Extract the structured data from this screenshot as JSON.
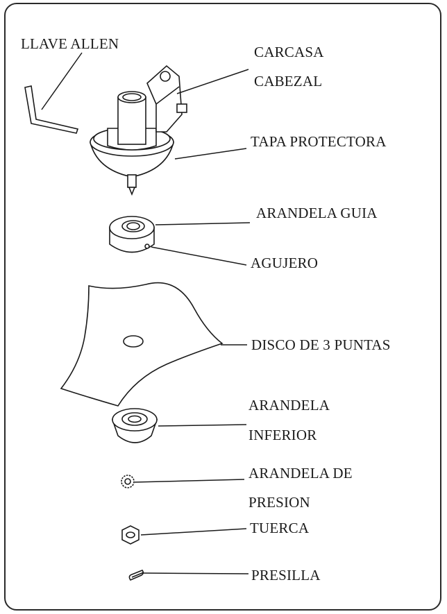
{
  "labels": {
    "llave_allen": "LLAVE ALLEN",
    "carcasa": "CARCASA",
    "cabezal": "CABEZAL",
    "tapa_protectora": "TAPA PROTECTORA",
    "arandela_guia": "ARANDELA GUIA",
    "agujero": "AGUJERO",
    "disco": "DISCO DE 3 PUNTAS",
    "arandela": "ARANDELA",
    "inferior": "INFERIOR",
    "arandela_de": "ARANDELA DE",
    "presion": "PRESION",
    "tuerca": "TUERCA",
    "presilla": "PRESILLA"
  },
  "colors": {
    "line": "#1a1a1a",
    "background": "#ffffff"
  }
}
